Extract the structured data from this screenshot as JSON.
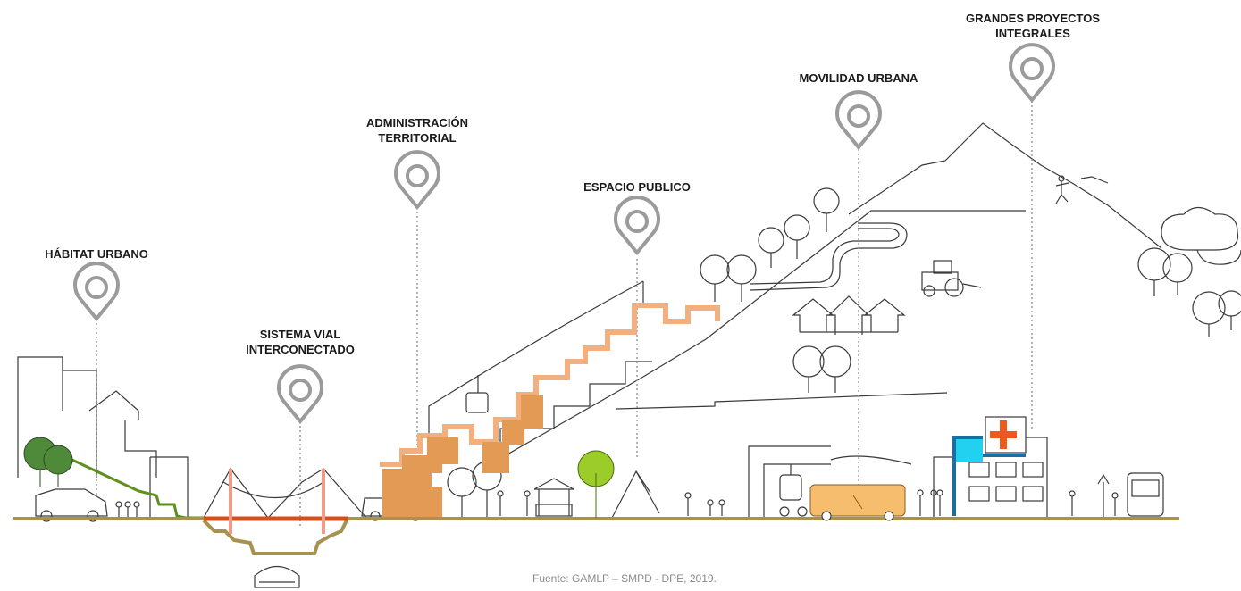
{
  "categories": {
    "habitat_urbano": "HÁBITAT URBANO",
    "sistema_vial": [
      "SISTEMA VIAL",
      "INTERCONECTADO"
    ],
    "administracion": [
      "ADMINISTRACIÓN",
      "TERRITORIAL"
    ],
    "espacio_publico": "ESPACIO PUBLICO",
    "movilidad_urbana": "MOVILIDAD URBANA",
    "grandes_proyectos": [
      "GRANDES PROYECTOS",
      "INTEGRALES"
    ]
  },
  "source": "Fuente: GAMLP – SMPD - DPE, 2019.",
  "colors": {
    "pin": "#9b9b9b",
    "ground": "#a8924f",
    "green_route": "#5f8f1e",
    "orange_route": "#f3b07e",
    "steps_fill": "#e39a55",
    "bridge_red": "#d64f17",
    "bridge_pylon": "#f29a8a",
    "tree_dark": "#4f8a3a",
    "tree_light": "#9ccc2a",
    "bus": "#f5bd6d",
    "hospital_cross": "#ef5a1c",
    "hospital_blue": "#1a6fa0",
    "hospital_cyan": "#22d0ef"
  }
}
